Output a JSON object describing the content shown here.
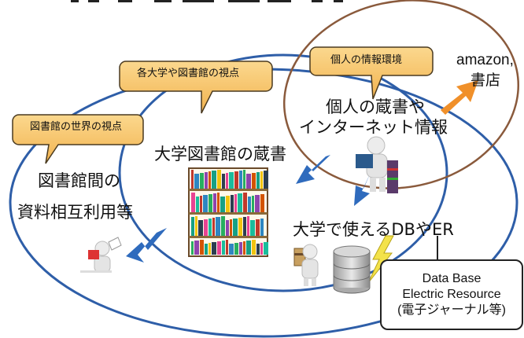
{
  "colors": {
    "outer_ellipse": "#2e5ea8",
    "personal_ellipse": "#8a5a3c",
    "callout_fill": "#f7c36a",
    "callout_stroke": "#4a3a20",
    "arrow_blue": "#2f6bbd",
    "arrow_orange": "#f0902a",
    "bolt_yellow": "#f3e24a"
  },
  "callouts": {
    "library_world": "図書館の世界の視点",
    "university_view": "各大学や図書館の視点",
    "personal_env": "個人の情報環境"
  },
  "labels": {
    "interlibrary_line1": "図書館間の",
    "interlibrary_line2": "資料相互利用等",
    "univ_collection": "大学図書館の蔵書",
    "personal_line1": "個人の蔵書や",
    "personal_line2": "インターネット情報",
    "amazon_line1": "amazon,",
    "amazon_line2": "書店",
    "db_er": "大学で使えるDBやER"
  },
  "db_box": {
    "line1": "Data Base",
    "line2": "Electric Resource",
    "line3": "(電子ジャーナル等)"
  },
  "icons": [
    "bookshelf-icon",
    "person-reading-icon",
    "person-carrying-books-icon",
    "person-mailing-icon",
    "database-icon"
  ]
}
